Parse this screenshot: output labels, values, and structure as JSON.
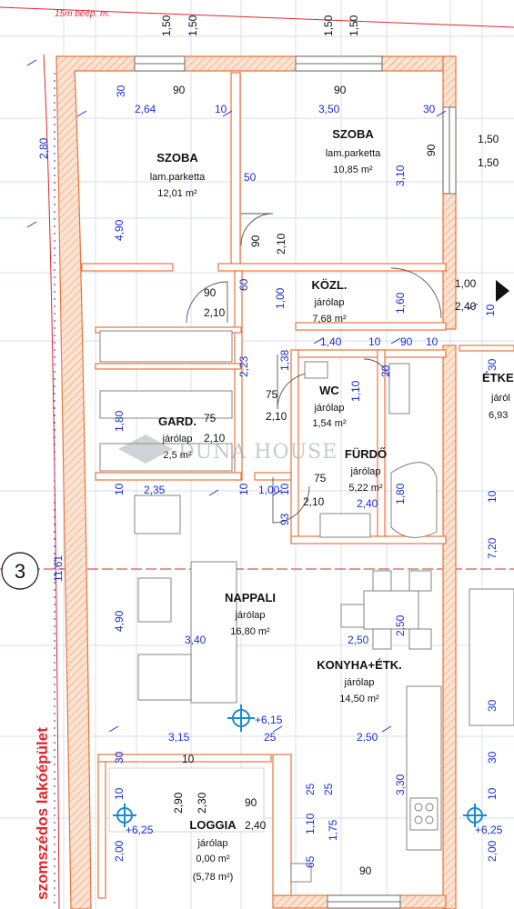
{
  "header_note": "15m beép. m.",
  "side_label": "szomszédos lakóépület",
  "grid_marker": "3",
  "watermark": "DUNA HOUSE",
  "rooms": [
    {
      "name": "SZOBA",
      "floor": "lam.parketta",
      "area": "12,01 m²"
    },
    {
      "name": "SZOBA",
      "floor": "lam.parketta",
      "area": "10,85 m²"
    },
    {
      "name": "KÖZL.",
      "floor": "járólap",
      "area": "7,68 m²"
    },
    {
      "name": "WC",
      "floor": "járólap",
      "area": "1,54 m²"
    },
    {
      "name": "GARD.",
      "floor": "járólap",
      "area": "2,5 m²"
    },
    {
      "name": "FÜRDŐ",
      "floor": "járólap",
      "area": "5,22 m²"
    },
    {
      "name": "NAPPALI",
      "floor": "járólap",
      "area": "16,80 m²"
    },
    {
      "name": "KONYHA+ÉTK.",
      "floor": "járólap",
      "area": "14,50 m²"
    },
    {
      "name": "LOGGIA",
      "floor": "járólap",
      "area": "0,00 m²",
      "extra": "(5,78 m²)"
    },
    {
      "name": "ÉTKE",
      "floor": "járól",
      "area": "6,93"
    }
  ],
  "levels": [
    "+6,15",
    "+6,25",
    "+6,25"
  ],
  "dimensions": {
    "top_150a": "1,50",
    "top_150b": "1,50",
    "top_150c": "1,50",
    "top_150d": "1,50",
    "d_90_a": "90",
    "d_90_b": "90",
    "d_30_a": "30",
    "d_30_b": "30",
    "d_264": "2,64",
    "d_10_a": "10",
    "d_350": "3,50",
    "d_150_r1": "1,50",
    "d_150_r2": "1,50",
    "d_90_win": "90",
    "d_280": "2,80",
    "d_310": "3,10",
    "d_50": "50",
    "d_490_a": "4,90",
    "d_90_door": "90",
    "d_210_door": "2,10",
    "d_90_c": "90",
    "d_210_c": "2,10",
    "d_60": "60",
    "d_100_a": "1,00",
    "d_100_r": "1,00",
    "d_240_r": "2,40",
    "d_160": "1,60",
    "d_10_r": "10",
    "d_140": "1,40",
    "d_10_b": "10",
    "d_90_d": "90",
    "d_10_c": "10",
    "d_138": "1,38",
    "d_223": "2,23",
    "d_75_a": "75",
    "d_210_e": "2,10",
    "d_110": "1,10",
    "d_20": "20",
    "d_180_a": "1,80",
    "d_75_b": "75",
    "d_210_f": "2,10",
    "d_75_c": "75",
    "d_210_g": "2,10",
    "d_180_b": "1,80",
    "d_240_b": "2,40",
    "d_10_d": "10",
    "d_235": "2,35",
    "d_10_e": "10",
    "d_100_b": "1,00",
    "d_10_f": "10",
    "d_93": "93",
    "d_1161": "11,61",
    "d_720": "7,20",
    "d_490_b": "4,90",
    "d_340": "3,40",
    "d_250_a": "2,50",
    "d_250_b": "2,50",
    "d_315": "3,15",
    "d_25_a": "25",
    "d_250_c": "2,50",
    "d_30_c": "30",
    "d_10_g": "10",
    "d_290": "2,90",
    "d_230": "2,30",
    "d_90_e": "90",
    "d_240_c": "2,40",
    "d_110_b": "1,10",
    "d_25_b": "25",
    "d_25_c": "25",
    "d_175": "1,75",
    "d_65": "65",
    "d_90_f": "90",
    "d_330": "3,30",
    "d_200_a": "2,00",
    "d_10_h": "10",
    "d_200_b": "2,00",
    "d_30_d": "30",
    "d_10_i": "10",
    "d_30_e": "30",
    "d_10_j": "10",
    "d_30_f": "30"
  }
}
